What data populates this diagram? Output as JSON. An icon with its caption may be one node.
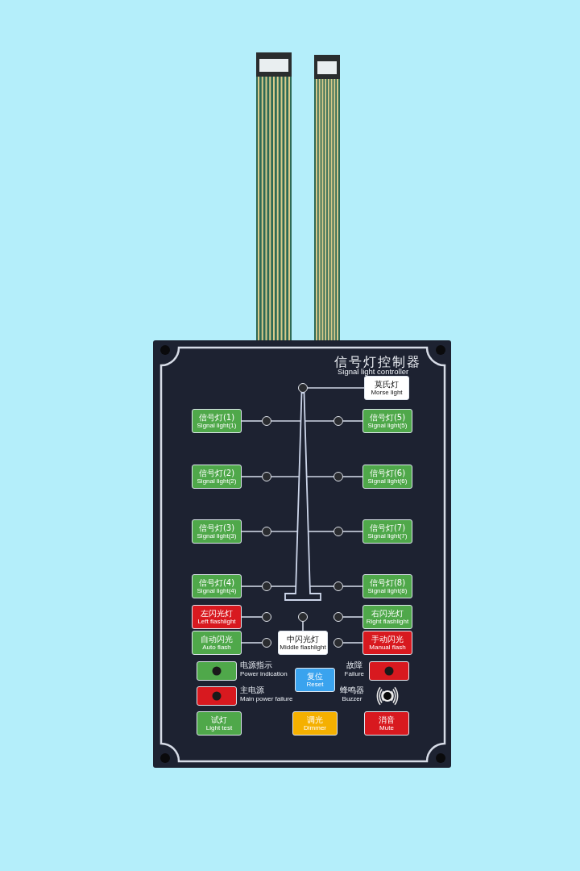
{
  "diagram": {
    "nodes": [
      {
        "text": [
          "信号灯控制器",
          "Signal light controller"
        ]
      },
      {
        "text": [
          "莫氏灯",
          "Morse light"
        ],
        "in": 0
      },
      {
        "text": [],
        "shape": "circle",
        "in": 0
      },
      {
        "text": [],
        "shape": "picture",
        "in": 0
      },
      {
        "text": [
          "信号灯(1)",
          "Signal light(1)"
        ],
        "in": 0
      },
      {
        "text": [],
        "shape": "circle",
        "in": 0
      },
      {
        "text": [],
        "shape": "circle",
        "in": 0
      },
      {
        "text": [
          "信号灯(5)",
          "Signal light(5)"
        ],
        "in": 0
      },
      {
        "text": [
          "信号灯(2)",
          "Signal light(2)"
        ],
        "in": 0
      },
      {
        "text": [],
        "shape": "circle",
        "in": 0
      },
      {
        "text": [],
        "shape": "circle",
        "in": 0
      },
      {
        "text": [
          "信号灯(6)",
          "Signal light(6)"
        ],
        "in": 0
      },
      {
        "text": [
          "信号灯(3)",
          "Signal light(3)"
        ],
        "in": 0
      },
      {
        "text": [],
        "shape": "circle",
        "in": 0
      },
      {
        "text": [],
        "shape": "circle",
        "in": 0
      },
      {
        "text": [
          "信号灯(7)",
          "Signal light(7)"
        ],
        "in": 0
      },
      {
        "text": [
          "信号灯(4)",
          "Signal light(4)"
        ],
        "in": 0
      },
      {
        "text": [],
        "shape": "circle",
        "in": 0
      },
      {
        "text": [],
        "shape": "circle",
        "in": 0
      },
      {
        "text": [
          "信号灯(8)",
          "Signal light(8)"
        ],
        "in": 0
      },
      {
        "text": [
          "左闪光灯",
          "Left flashlight"
        ],
        "in": 0
      },
      {
        "text": [],
        "shape": "circle",
        "in": 0
      },
      {
        "text": [],
        "shape": "circle",
        "in": 0
      },
      {
        "text": [],
        "shape": "circle",
        "in": 0
      },
      {
        "text": [
          "右闪光灯",
          "Right flashlight"
        ],
        "in": 0
      },
      {
        "text": [
          "自动闪光",
          "Auto flash"
        ],
        "in": 0
      },
      {
        "text": [],
        "shape": "circle",
        "in": 0
      },
      {
        "text": [
          "中闪光灯",
          "Middle flashlight"
        ],
        "in": 0
      },
      {
        "text": [],
        "shape": "circle",
        "in": 0
      },
      {
        "text": [
          "手动闪光",
          "Manual flash"
        ],
        "in": 0
      },
      {
        "text": [],
        "shape": "box",
        "beside": [
          "电源指示",
          "Power indication"
        ],
        "in": 0
      },
      {
        "text": [
          "复位",
          "Reset"
        ],
        "in": 0
      },
      {
        "text": [],
        "shape": "box",
        "beside": [
          "故障",
          "Failure"
        ],
        "in": 0
      },
      {
        "text": [],
        "shape": "box",
        "beside": [
          "主电源",
          "Main power failure"
        ],
        "in": 0
      },
      {
        "text": [],
        "shape": "picture",
        "beside": [
          "蜂鸣器",
          "Buzzer"
        ],
        "in": 0
      },
      {
        "text": [
          "试灯",
          "Light test"
        ],
        "in": 0
      },
      {
        "text": [
          "调光",
          "Dimmer"
        ],
        "in": 0
      },
      {
        "text": [
          "消音",
          "Mute"
        ],
        "in": 0
      }
    ],
    "edges": [
      {
        "from": 2,
        "to": 1,
        "arrow": "none"
      },
      {
        "from": 4,
        "to": 5,
        "arrow": "none"
      },
      {
        "from": 5,
        "to": 3,
        "arrow": "none"
      },
      {
        "from": 3,
        "to": 6,
        "arrow": "none"
      },
      {
        "from": 6,
        "to": 7,
        "arrow": "none"
      },
      {
        "from": 8,
        "to": 9,
        "arrow": "none"
      },
      {
        "from": 9,
        "to": 3,
        "arrow": "none"
      },
      {
        "from": 3,
        "to": 10,
        "arrow": "none"
      },
      {
        "from": 10,
        "to": 11,
        "arrow": "none"
      },
      {
        "from": 12,
        "to": 13,
        "arrow": "none"
      },
      {
        "from": 13,
        "to": 3,
        "arrow": "none"
      },
      {
        "from": 3,
        "to": 14,
        "arrow": "none"
      },
      {
        "from": 14,
        "to": 15,
        "arrow": "none"
      },
      {
        "from": 16,
        "to": 17,
        "arrow": "none"
      },
      {
        "from": 17,
        "to": 3,
        "arrow": "none"
      },
      {
        "from": 3,
        "to": 18,
        "arrow": "none"
      },
      {
        "from": 18,
        "to": 19,
        "arrow": "none"
      },
      {
        "from": 20,
        "to": 21,
        "arrow": "none"
      },
      {
        "from": 22,
        "to": 27,
        "arrow": "none"
      },
      {
        "from": 23,
        "to": 24,
        "arrow": "none"
      },
      {
        "from": 25,
        "to": 26,
        "arrow": "none"
      },
      {
        "from": 28,
        "to": 29,
        "arrow": "none"
      }
    ]
  }
}
